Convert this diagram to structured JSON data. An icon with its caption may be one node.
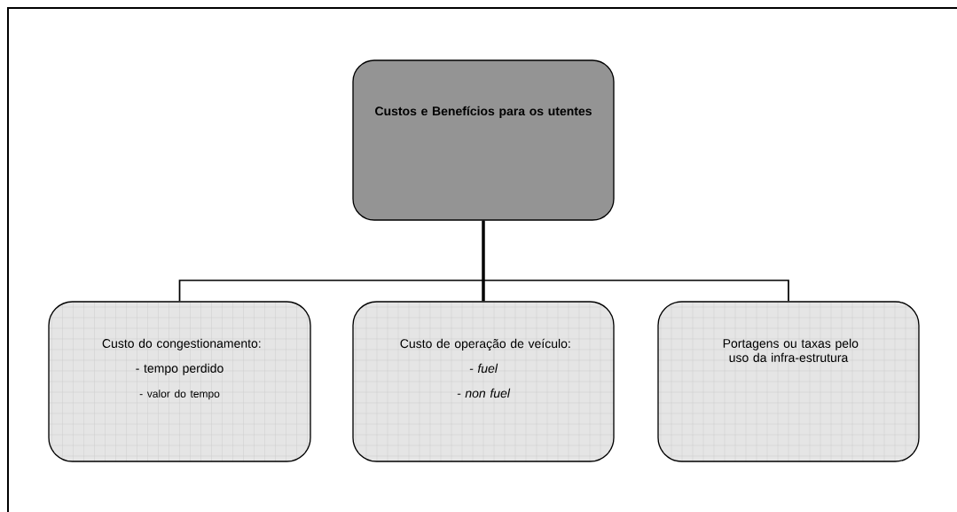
{
  "diagram": {
    "nodes": [
      {
        "text": [
          "Custos e Benefícios para os utentes"
        ]
      },
      {
        "text": [
          "Custo do congestionamento:",
          "- tempo perdido",
          "- valor do tempo"
        ]
      },
      {
        "text": [
          "Custo de operação de veículo:",
          "- fuel",
          "- non fuel"
        ]
      },
      {
        "text": [
          "Portagens ou taxas pelo uso da infra-estrutura"
        ]
      }
    ],
    "edges": [
      {
        "from": 0,
        "to": 1,
        "arrow": "none"
      },
      {
        "from": 0,
        "to": 2,
        "arrow": "none",
        "style": "thick"
      },
      {
        "from": 0,
        "to": 3,
        "arrow": "none"
      }
    ]
  }
}
